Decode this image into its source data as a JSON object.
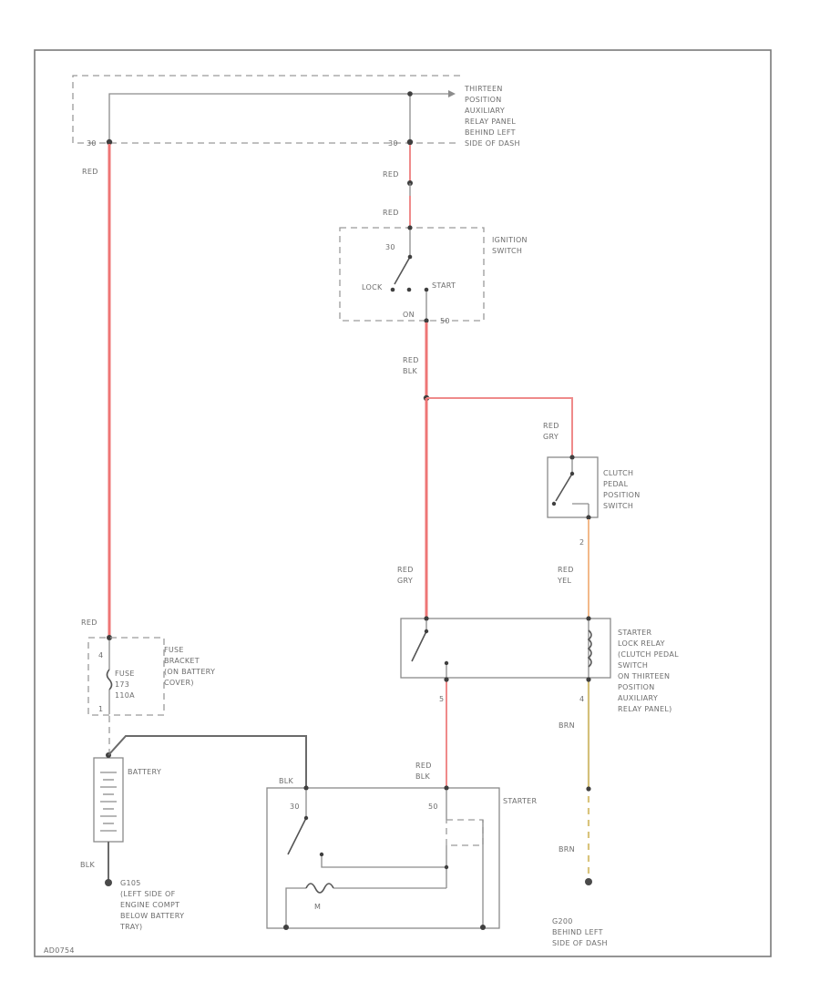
{
  "relay_panel": {
    "label": [
      "THIRTEEN",
      "POSITION",
      "AUXILIARY",
      "RELAY PANEL",
      "BEHIND LEFT",
      "SIDE OF DASH"
    ],
    "pin_left": "30",
    "pin_right": "30"
  },
  "wires": {
    "red_main": "RED",
    "red_upper": "RED",
    "red_lower": "RED",
    "red_blk": [
      "RED",
      "BLK"
    ],
    "red_gry_upper": [
      "RED",
      "GRY"
    ],
    "red_gry_lower": [
      "RED",
      "GRY"
    ],
    "red_yel": [
      "RED",
      "YEL"
    ],
    "brn_upper": "BRN",
    "brn_lower": "BRN",
    "blk_battery": "BLK",
    "blk_starter": "BLK",
    "red_blk_starter": [
      "RED",
      "BLK"
    ],
    "red_at_fuse": "RED"
  },
  "ignition_switch": {
    "label": [
      "IGNITION",
      "SWITCH"
    ],
    "pin_in": "30",
    "pos_lock": "LOCK",
    "pos_start": "START",
    "pos_on": "ON",
    "pin_out": "50"
  },
  "clutch_switch": {
    "label": [
      "CLUTCH",
      "PEDAL",
      "POSITION",
      "SWITCH"
    ],
    "pin": "2"
  },
  "starter_lock_relay": {
    "label": [
      "STARTER",
      "LOCK RELAY",
      "(CLUTCH PEDAL",
      "SWITCH",
      "ON THIRTEEN",
      "POSITION",
      "AUXILIARY",
      "RELAY PANEL)"
    ],
    "pin_out": "5",
    "pin_coil": "4"
  },
  "fuse_bracket": {
    "label": [
      "FUSE",
      "BRACKET",
      "(ON BATTERY",
      "COVER)"
    ],
    "pin_top": "4",
    "pin_bottom": "1",
    "fuse_name": "FUSE",
    "fuse_number": "173",
    "fuse_rating": "110A"
  },
  "battery": {
    "label": "BATTERY"
  },
  "starter": {
    "label": "STARTER",
    "pin_30": "30",
    "pin_50": "50",
    "motor": "M"
  },
  "ground_g105": {
    "label": [
      "G105",
      "(LEFT SIDE OF",
      "ENGINE COMPT",
      "BELOW BATTERY",
      "TRAY)"
    ]
  },
  "ground_g200": {
    "label": [
      "G200",
      "BEHIND LEFT",
      "SIDE OF DASH"
    ]
  },
  "footer_code": "AD0754"
}
